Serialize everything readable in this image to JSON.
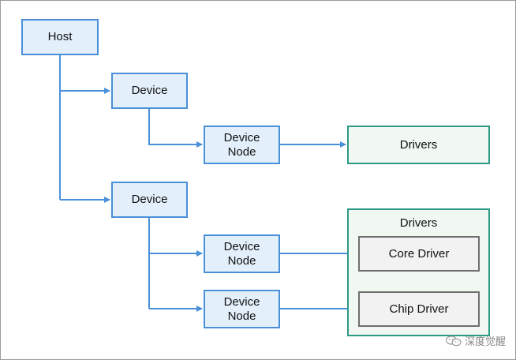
{
  "nodes": {
    "host": "Host",
    "device_1": "Device",
    "device_2": "Device",
    "device_node_1": [
      "Device",
      "Node"
    ],
    "device_node_2": [
      "Device",
      "Node"
    ],
    "device_node_3": [
      "Device",
      "Node"
    ],
    "drivers_single": "Drivers",
    "drivers_group": {
      "title": "Drivers",
      "items": [
        "Core Driver",
        "Chip Driver"
      ]
    }
  },
  "colors": {
    "blue_fill": "#e3f0fb",
    "blue_border": "#4a90d9",
    "green_fill": "#f0f8f1",
    "green_border": "#2c9a84",
    "gray_fill": "#f2f2f2",
    "gray_border": "#6f6f6f",
    "arrow": "#4a90d9"
  },
  "watermark": {
    "icon": "wechat-icon",
    "text": "深度觉醒"
  }
}
